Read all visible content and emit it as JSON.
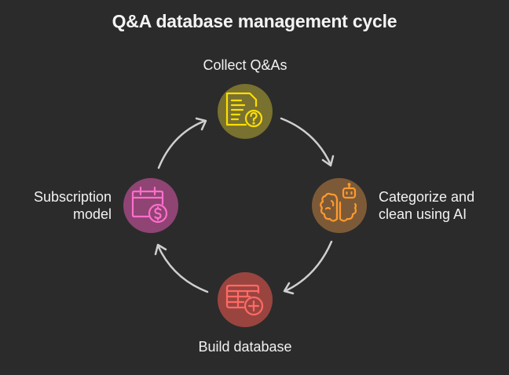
{
  "title": "Q&A database management cycle",
  "steps": [
    {
      "id": "collect",
      "label_lines": [
        "Collect Q&As"
      ],
      "icon": "document-question-icon",
      "circle_color": "#78712f",
      "icon_color": "#ffdf00",
      "position": "top"
    },
    {
      "id": "categorize",
      "label_lines": [
        "Categorize and",
        "clean using AI"
      ],
      "icon": "brain-robot-icon",
      "circle_color": "#7d5a37",
      "icon_color": "#ff9a2e",
      "position": "right"
    },
    {
      "id": "build",
      "label_lines": [
        "Build database"
      ],
      "icon": "table-add-icon",
      "circle_color": "#9a4440",
      "icon_color": "#ff6b64",
      "position": "bottom"
    },
    {
      "id": "subscription",
      "label_lines": [
        "Subscription",
        "model"
      ],
      "icon": "calendar-dollar-icon",
      "circle_color": "#8f4474",
      "icon_color": "#ff6fcb",
      "position": "left"
    }
  ],
  "arrows": [
    {
      "from": "collect",
      "to": "categorize"
    },
    {
      "from": "categorize",
      "to": "build"
    },
    {
      "from": "build",
      "to": "subscription"
    },
    {
      "from": "subscription",
      "to": "collect"
    }
  ],
  "arrow_color": "#cfcfcf",
  "background": "#2b2b2b"
}
